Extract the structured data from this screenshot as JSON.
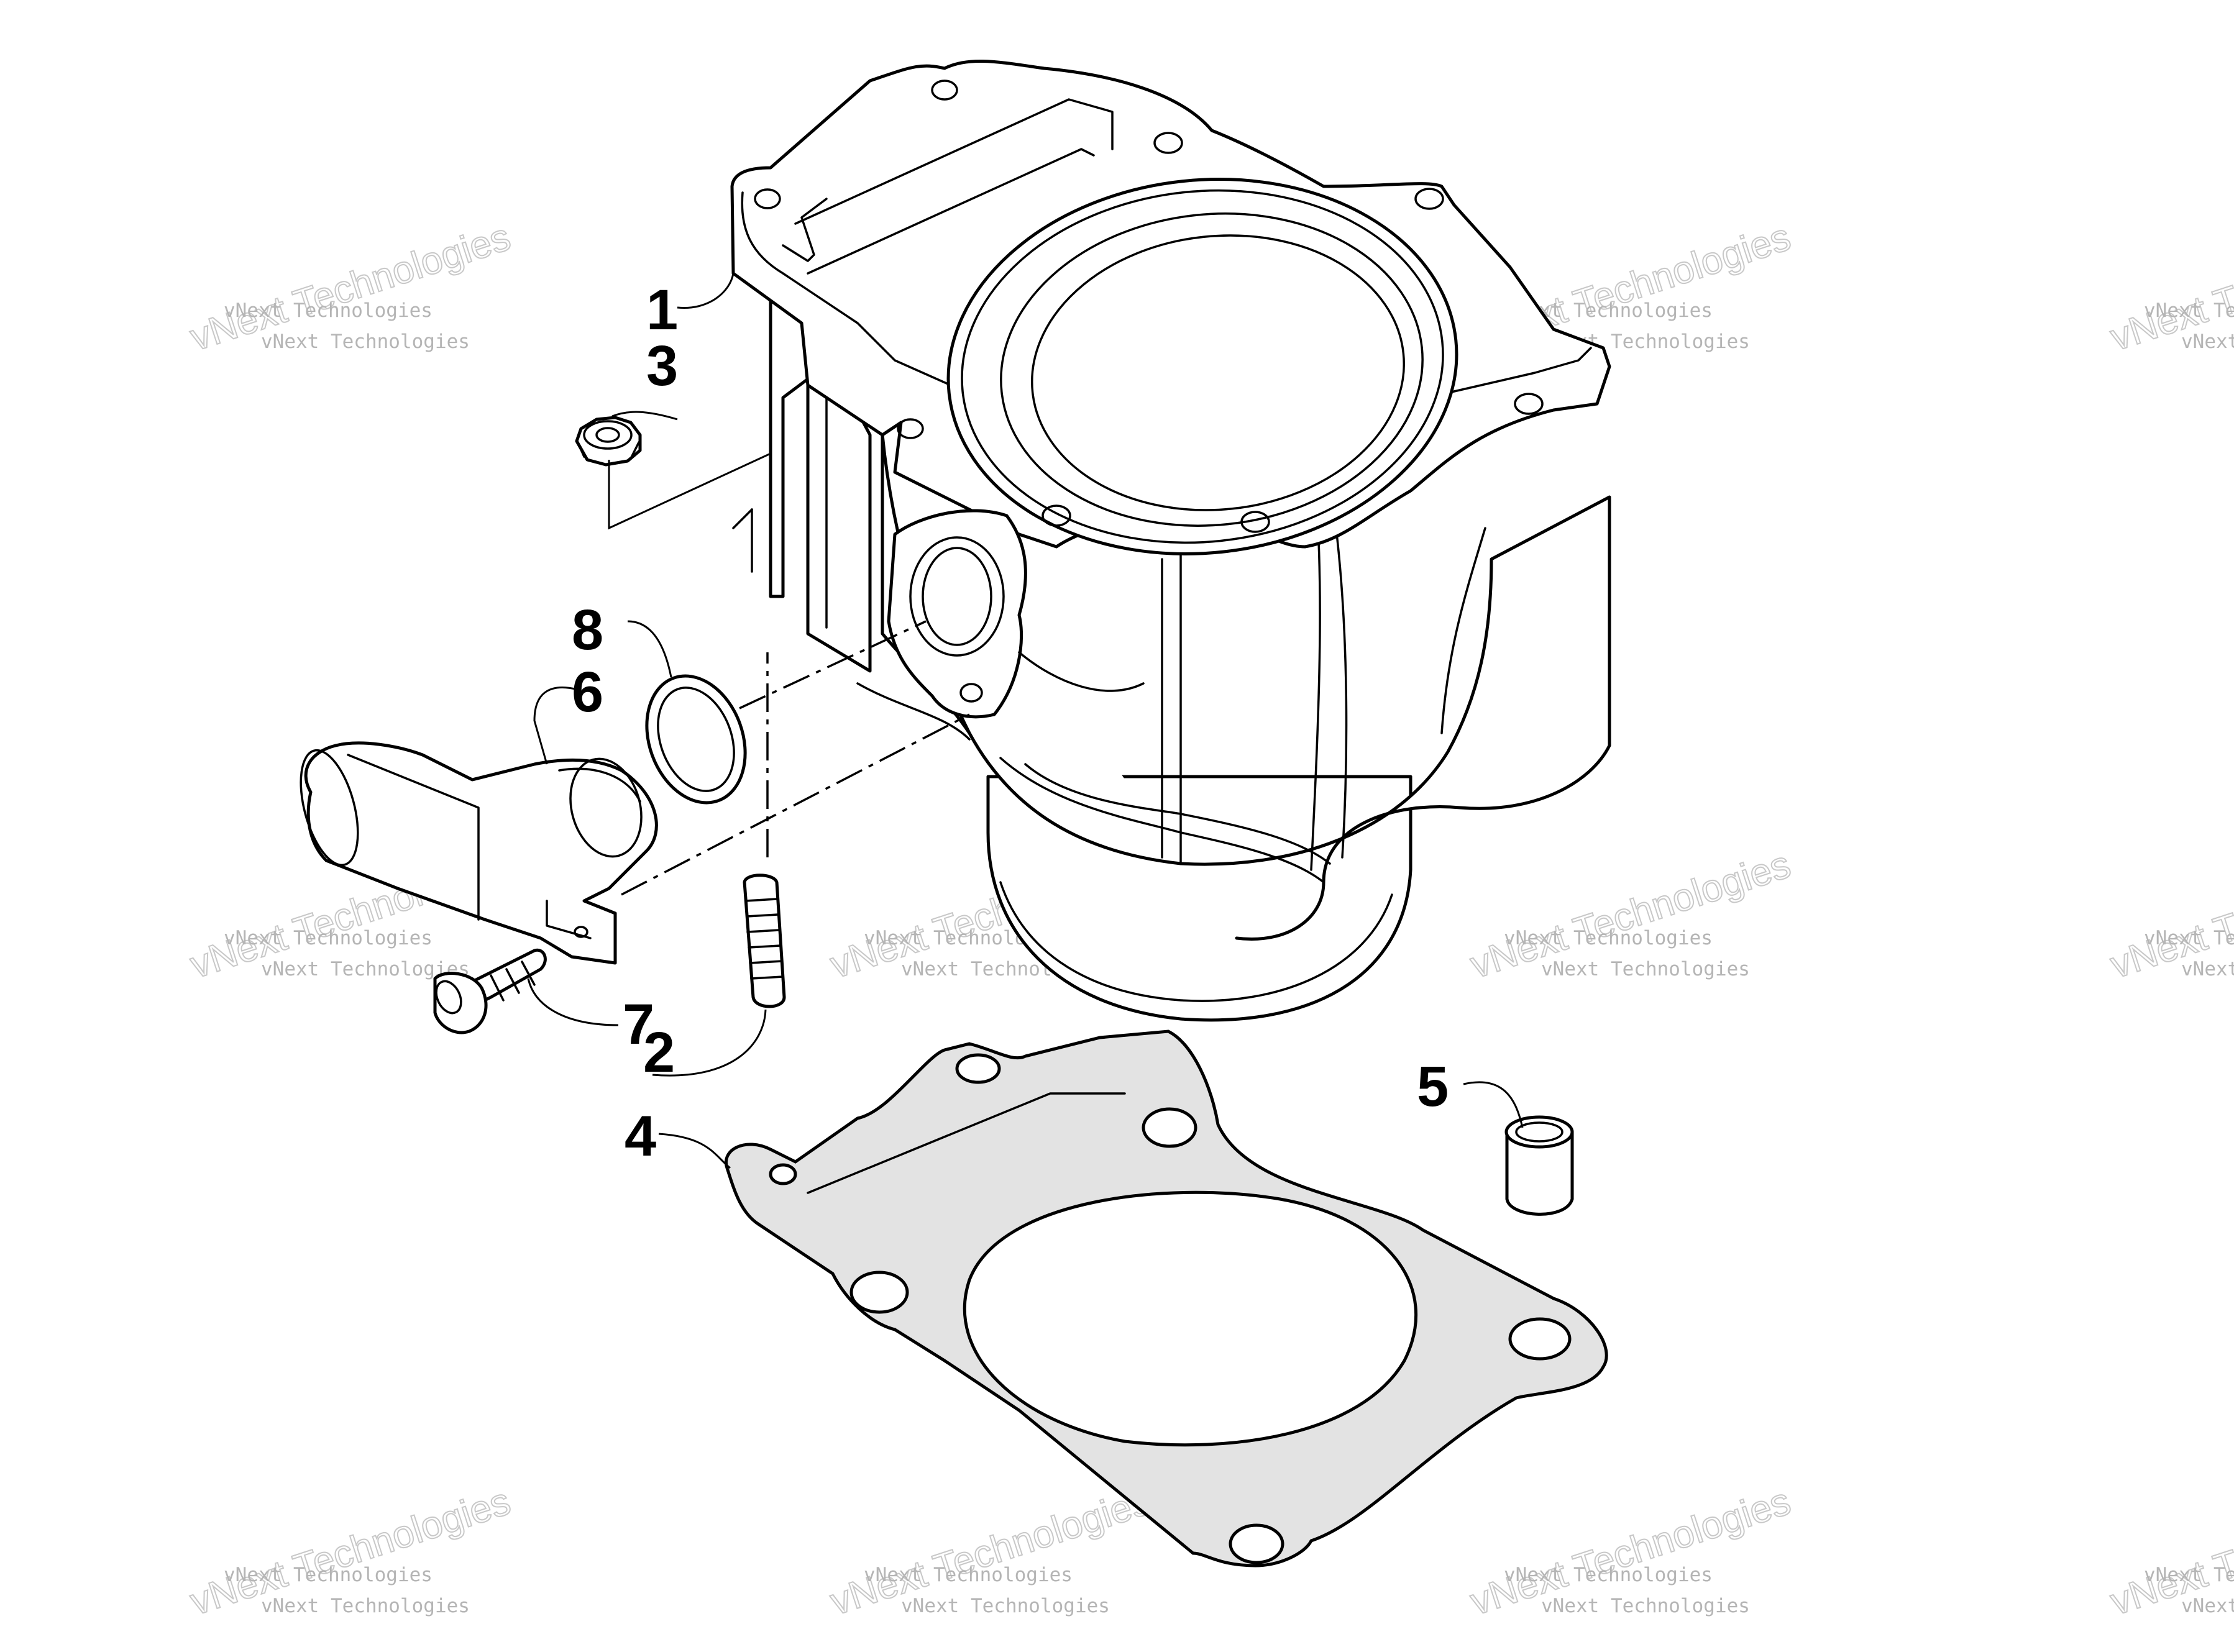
{
  "watermark": {
    "company_line": "vNext Technologies",
    "big_text": "vNext Technologies"
  },
  "callouts": [
    {
      "id": "1",
      "label": "1"
    },
    {
      "id": "2",
      "label": "2"
    },
    {
      "id": "3",
      "label": "3"
    },
    {
      "id": "4",
      "label": "4"
    },
    {
      "id": "5",
      "label": "5"
    },
    {
      "id": "6",
      "label": "6"
    },
    {
      "id": "7",
      "label": "7"
    },
    {
      "id": "8",
      "label": "8"
    }
  ],
  "colors": {
    "line": "#000000",
    "gasket_fill": "#e3e3e3",
    "watermark": "#b5b5b5"
  }
}
